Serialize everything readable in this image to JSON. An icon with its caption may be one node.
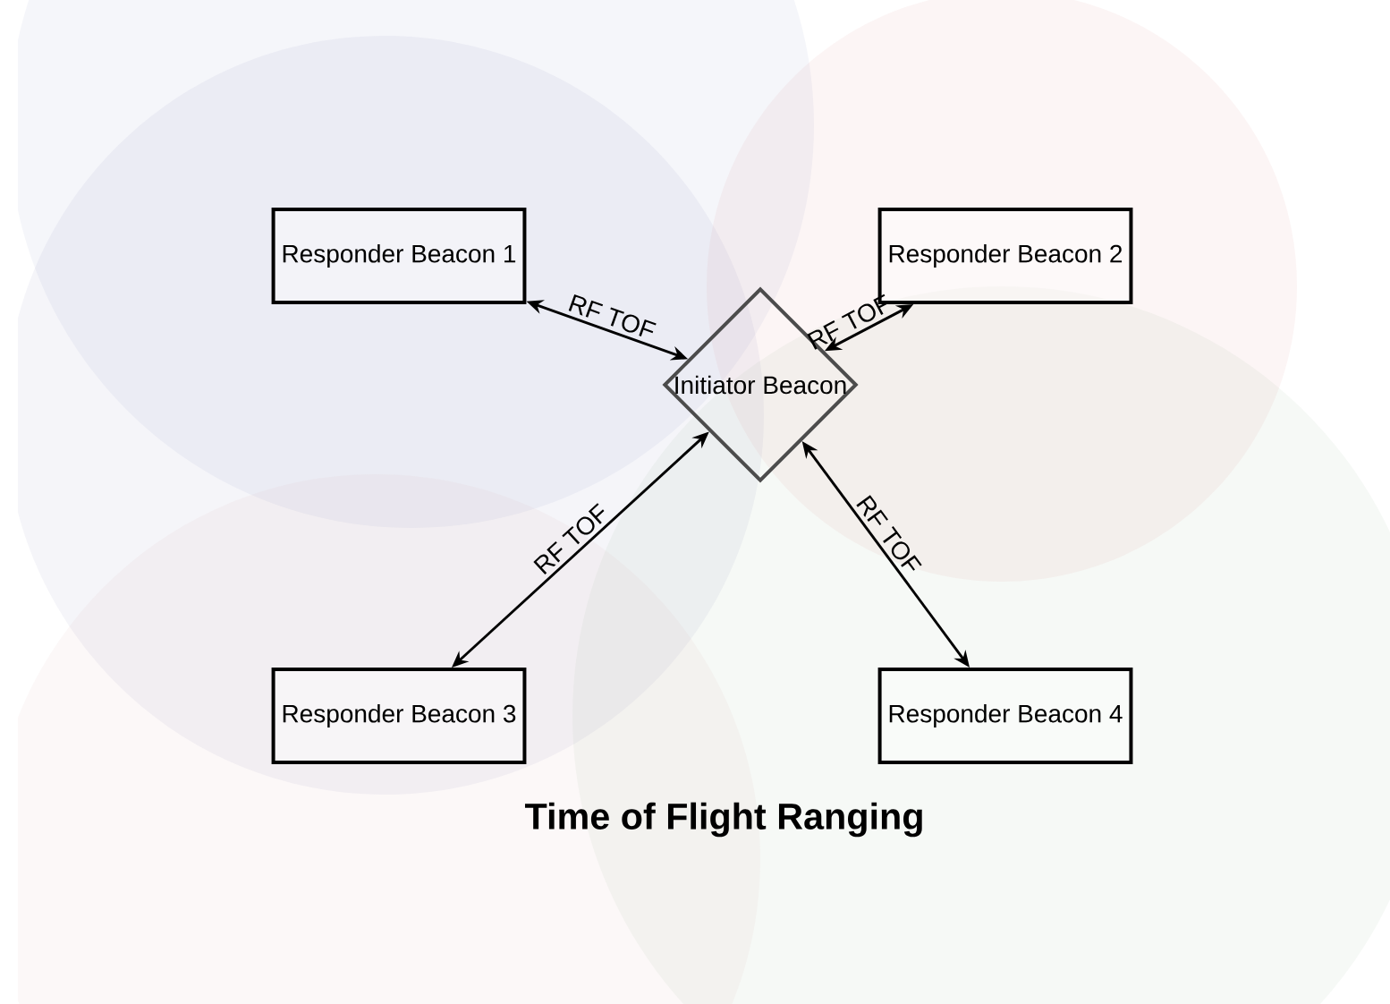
{
  "diagram": {
    "title": "Time of Flight Ranging",
    "nodes": [
      {
        "text": [
          "Responder Beacon 1"
        ]
      },
      {
        "text": [
          "Responder Beacon 2"
        ]
      },
      {
        "text": [
          "Initiator Beacon"
        ]
      },
      {
        "text": [
          "Responder Beacon 3"
        ]
      },
      {
        "text": [
          "Responder Beacon 4"
        ]
      }
    ],
    "edges": [
      {
        "from": 2,
        "to": 0,
        "arrow": "both",
        "label": "RF TOF"
      },
      {
        "from": 2,
        "to": 1,
        "arrow": "both",
        "label": "RF TOF"
      },
      {
        "from": 2,
        "to": 3,
        "arrow": "both",
        "label": "RF TOF"
      },
      {
        "from": 2,
        "to": 4,
        "arrow": "both",
        "label": "RF TOF"
      }
    ]
  }
}
